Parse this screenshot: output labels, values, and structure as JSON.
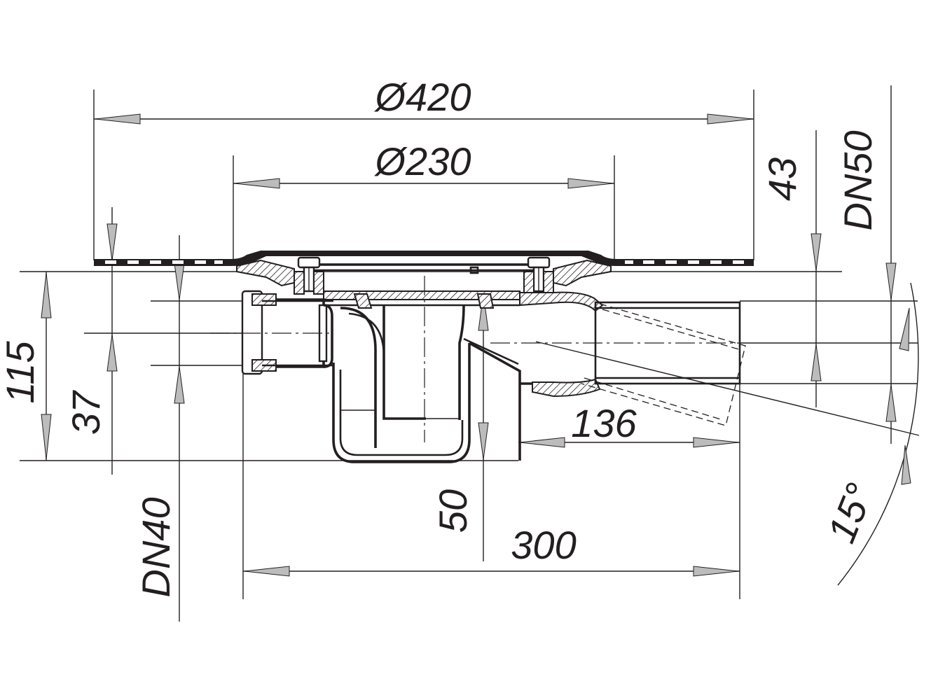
{
  "drawing": {
    "dimensions": {
      "d420": "Ø420",
      "d230": "Ø230",
      "h43": "43",
      "dn50": "DN50",
      "h115": "115",
      "h37": "37",
      "dn40": "DN40",
      "h50": "50",
      "l136": "136",
      "l300": "300",
      "angle": "15°"
    },
    "colors": {
      "line": "#231f20",
      "arrow_fill": "#bcbcbc",
      "background": "#ffffff"
    }
  }
}
